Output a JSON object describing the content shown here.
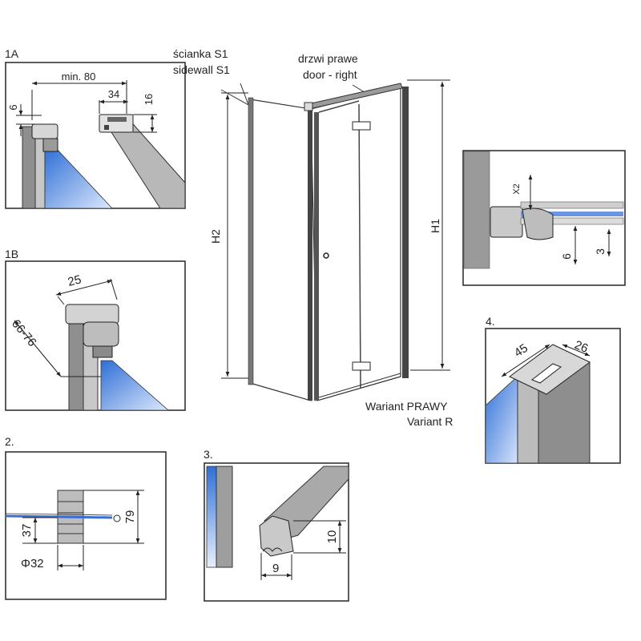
{
  "sections": {
    "s1a": "1A",
    "s1b": "1B",
    "s2": "2.",
    "s3": "3.",
    "s4": "4."
  },
  "main": {
    "sidewall_pl": "ścianka S1",
    "sidewall_en": "sidewall S1",
    "door_pl": "drzwi prawe",
    "door_en": "door - right",
    "h1": "H1",
    "h2": "H2",
    "variant_pl": "Wariant PRAWY",
    "variant_en": "Variant R"
  },
  "detail_1a": {
    "min": "min. 80",
    "w": "34",
    "h": "16",
    "offset": "6"
  },
  "detail_1b": {
    "w": "25",
    "range": "66-76"
  },
  "detail_2": {
    "h1": "37",
    "h2": "79",
    "dia": "Φ32"
  },
  "detail_3": {
    "h": "10",
    "w": "9"
  },
  "detail_4": {
    "a": "45",
    "b": "26"
  },
  "detail_x": {
    "x": "X2",
    "a": "6",
    "b": "3"
  },
  "colors": {
    "glass": "#5a8ee0",
    "frame": "#7e7e7e",
    "outline": "#333333"
  }
}
